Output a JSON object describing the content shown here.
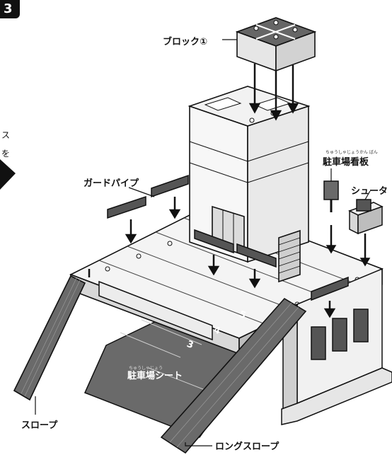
{
  "step": {
    "number": "3"
  },
  "left_column": {
    "fragment_1": "ス",
    "fragment_2": "を"
  },
  "labels": {
    "block": "ブロック①",
    "guard_pipe": "ガードパイプ",
    "parking_sign_ruby": "ちゅうしゃじょうかん ばん",
    "parking_sign": "駐車場看板",
    "shutter": "シュータ",
    "parking_sheet_ruby": "ちゅうしゃじょう",
    "parking_sheet": "駐車場シート",
    "slope": "スロープ",
    "long_slope": "ロングスロープ"
  },
  "sheet_numbers": [
    "3",
    "4",
    "5"
  ],
  "colors": {
    "line": "#111111",
    "face_light": "#f4f4f4",
    "face_mid": "#d8d8d8",
    "face_dark": "#555555",
    "sheet": "#6a6a6a"
  }
}
